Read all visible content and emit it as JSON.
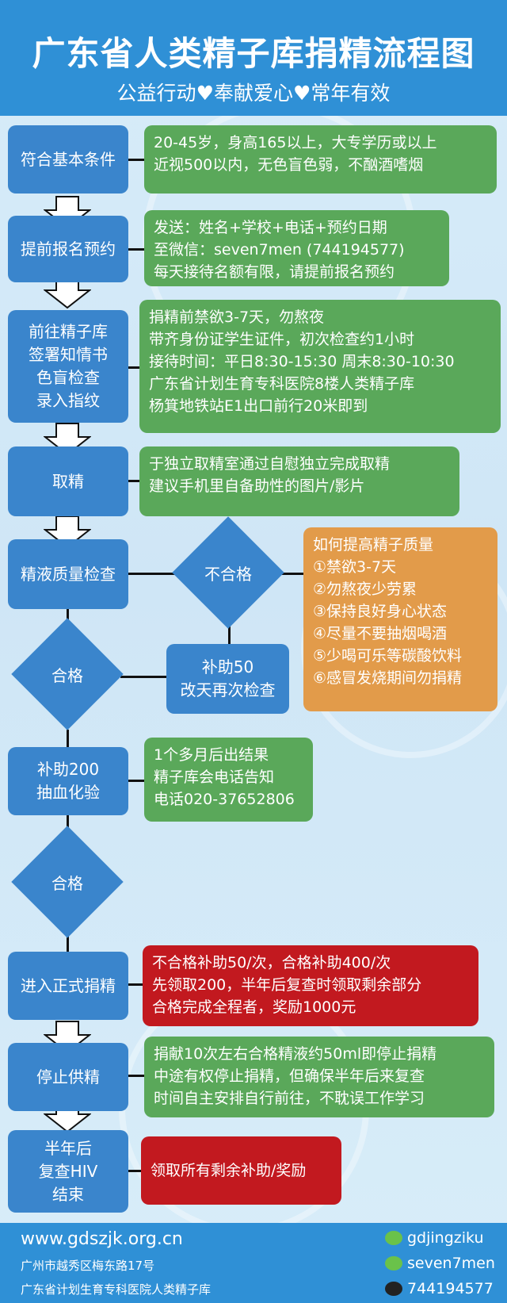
{
  "header": {
    "title": "广东省人类精子库捐精流程图",
    "subtitle_parts": [
      "公益行动",
      "奉献爱心",
      "常年有效"
    ]
  },
  "steps": {
    "s1": "符合基本条件",
    "s2": "提前报名预约",
    "s3": "前往精子库\n签署知情书\n色盲检查\n录入指纹",
    "s4": "取精",
    "s5": "精液质量检查",
    "s6": "补助50\n改天再次检查",
    "s7": "补助200\n抽血化验",
    "s8": "进入正式捐精",
    "s9": "停止供精",
    "s10": "半年后\n复查HIV\n结束"
  },
  "diamonds": {
    "d1": "不合格",
    "d2": "合格",
    "d3": "合格"
  },
  "info": {
    "i1": "20-45岁，身高165以上，大专学历或以上\n近视500以内，无色盲色弱，不酗酒嗜烟",
    "i2": "发送：姓名+学校+电话+预约日期\n至微信：seven7men (744194577)\n每天接待名额有限，请提前报名预约",
    "i3": "捐精前禁欲3-7天，勿熬夜\n带齐身份证学生证件，初次检查约1小时\n接待时间：平日8:30-15:30 周末8:30-10:30\n广东省计划生育专科医院8楼人类精子库\n杨箕地铁站E1出口前行20米即到",
    "i4": "于独立取精室通过自慰独立完成取精\n建议手机里自备助性的图片/影片",
    "i5": "如何提高精子质量\n①禁欲3-7天\n②勿熬夜少劳累\n③保持良好身心状态\n④尽量不要抽烟喝酒\n⑤少喝可乐等碳酸饮料\n⑥感冒发烧期间勿捐精",
    "i6": "1个多月后出结果\n精子库会电话告知\n电话020-37652806",
    "i7": "不合格补助50/次，合格补助400/次\n先领取200，半年后复查时领取剩余部分\n合格完成全程者，奖励1000元",
    "i8": "捐献10次左右合格精液约50ml即停止捐精\n中途有权停止捐精，但确保半年后来复查\n时间自主安排自行前往，不耽误工作学习",
    "i9": "领取所有剩余补助/奖励"
  },
  "footer": {
    "url": "www.gdszjk.org.cn",
    "address": "广州市越秀区梅东路17号",
    "org": "广东省计划生育专科医院人类精子库",
    "wechat1": "gdjingziku",
    "wechat2": "seven7men",
    "qq": "744194577"
  },
  "colors": {
    "header": "#2f90d6",
    "step": "#3a85cc",
    "green": "#5aa85a",
    "orange": "#e29b4a",
    "red": "#c2191f"
  }
}
